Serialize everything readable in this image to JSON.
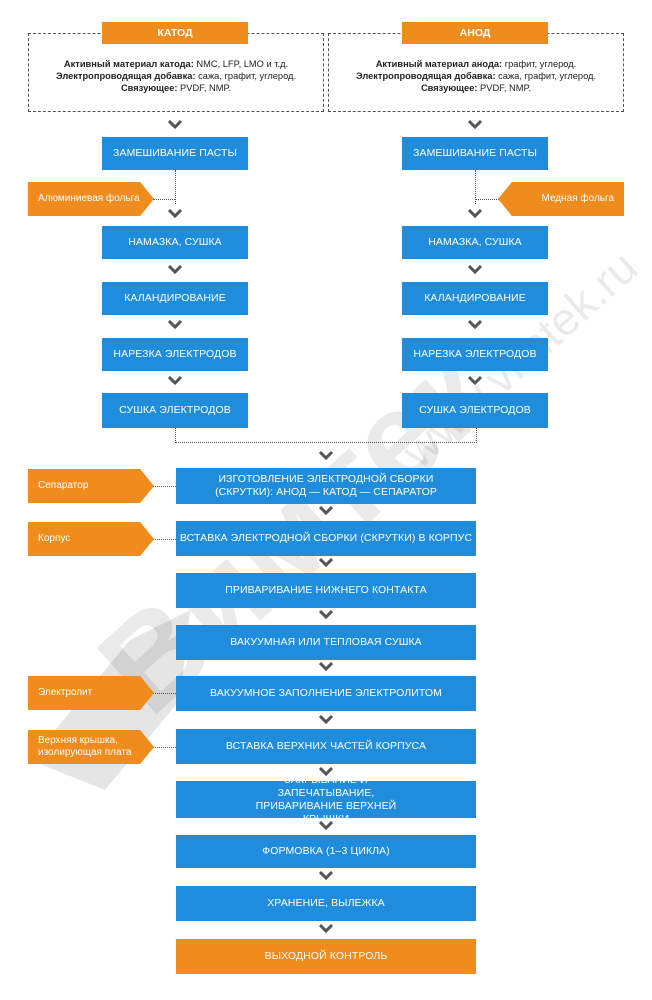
{
  "cathode": {
    "header": "КАТОД",
    "lines": [
      {
        "label": "Активный материал катода:",
        "value": " NMC, LFP, LMO и т.д."
      },
      {
        "label": "Электропроводящая добавка:",
        "value": " сажа, графит, углерод."
      },
      {
        "label": "Связующее:",
        "value": " PVDF, NMP."
      }
    ],
    "steps": [
      "ЗАМЕШИВАНИЕ ПАСТЫ",
      "НАМАЗКА, СУШКА",
      "КАЛАНДИРОВАНИЕ",
      "НАРЕЗКА ЭЛЕКТРОДОВ",
      "СУШКА ЭЛЕКТРОДОВ"
    ],
    "input": "Алюминиевая фольга"
  },
  "anode": {
    "header": "АНОД",
    "lines": [
      {
        "label": "Активный материал анода:",
        "value": " графит, углерод."
      },
      {
        "label": "Электропроводящая добавка:",
        "value": " сажа, графит, углерод."
      },
      {
        "label": "Связующее:",
        "value": " PVDF, NMP."
      }
    ],
    "steps": [
      "ЗАМЕШИВАНИЕ ПАСТЫ",
      "НАМАЗКА, СУШКА",
      "КАЛАНДИРОВАНИЕ",
      "НАРЕЗКА ЭЛЕКТРОДОВ",
      "СУШКА ЭЛЕКТРОДОВ"
    ],
    "input": "Медная фольга"
  },
  "assembly": {
    "steps": [
      "ИЗГОТОВЛЕНИЕ ЭЛЕКТРОДНОЙ СБОРКИ (СКРУТКИ): АНОД — КАТОД — СЕПАРАТОР",
      "ВСТАВКА ЭЛЕКТРОДНОЙ СБОРКИ (СКРУТКИ) В КОРПУС",
      "ПРИВАРИВАНИЕ НИЖНЕГО КОНТАКТА",
      "ВАКУУМНАЯ ИЛИ ТЕПЛОВАЯ СУШКА",
      "ВАКУУМНОЕ ЗАПОЛНЕНИЕ ЭЛЕКТРОЛИТОМ",
      "ВСТАВКА ВЕРХНИХ ЧАСТЕЙ КОРПУСА",
      "ЗАКРЫВАНИЕ И ЗАПЕЧАТЫВАНИЕ, ПРИВАРИВАНИЕ ВЕРХНЕЙ КРЫШКИ",
      "ФОРМОВКА (1–3 ЦИКЛА)",
      "ХРАНЕНИЕ, ВЫЛЕЖКА",
      "ВЫХОДНОЙ КОНТРОЛЬ"
    ],
    "inputs": {
      "separator": "Сепаратор",
      "case": "Корпус",
      "electrolyte": "Электролит",
      "top_cap_1": "Верхняя крышка,",
      "top_cap_2": "изолирующая плата"
    }
  },
  "watermark": {
    "brand": "Вимтек",
    "url": "www.vimtek.ru"
  },
  "colors": {
    "blue": "#1f8ddc",
    "orange": "#f08b1d",
    "chevron": "#555555"
  }
}
